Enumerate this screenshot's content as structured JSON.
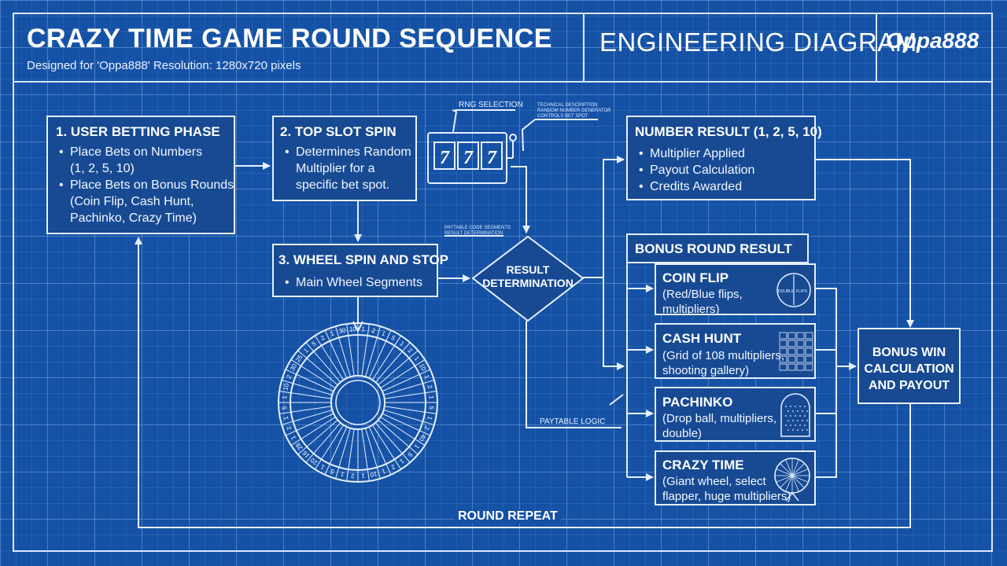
{
  "header": {
    "title": "CRAZY TIME GAME ROUND SEQUENCE",
    "subtitle": "Designed for 'Oppa888' Resolution: 1280x720 pixels",
    "diagram_type": "ENGINEERING DIAGRAM",
    "logo": "Oppa888"
  },
  "steps": {
    "betting": {
      "title": "1. USER BETTING PHASE",
      "bullets": [
        "Place Bets on Numbers",
        "(1, 2, 5, 10)",
        "Place Bets on Bonus Rounds",
        "(Coin Flip, Cash Hunt,",
        "Pachinko, Crazy Time)"
      ]
    },
    "top_slot": {
      "title": "2. TOP SLOT SPIN",
      "bullets": [
        "Determines Random",
        "Multiplier for a",
        "specific bet spot."
      ]
    },
    "wheel": {
      "title": "3. WHEEL SPIN AND STOP",
      "bullets": [
        "Main Wheel Segments"
      ]
    },
    "number_result": {
      "title": "NUMBER RESULT (1, 2, 5, 10)",
      "bullets": [
        "Multiplier Applied",
        "Payout Calculation",
        "Credits Awarded"
      ]
    },
    "bonus_result": {
      "title": "BONUS ROUND RESULT"
    },
    "bonus_games": [
      {
        "title": "COIN FLIP",
        "lines": [
          "(Red/Blue flips,",
          "multipliers)"
        ]
      },
      {
        "title": "CASH HUNT",
        "lines": [
          "(Grid of 108 multipliers,",
          "shooting gallery)"
        ]
      },
      {
        "title": "PACHINKO",
        "lines": [
          "(Drop ball, multipliers,",
          "double)"
        ]
      },
      {
        "title": "CRAZY TIME",
        "lines": [
          "(Giant wheel, select",
          "flapper, huge multipliers)"
        ]
      }
    ],
    "result_determination": [
      "RESULT",
      "DETERMINATION"
    ],
    "bonus_win": [
      "BONUS WIN",
      "CALCULATION",
      "AND PAYOUT"
    ]
  },
  "annotations": {
    "rng": "RNG SELECTION",
    "rng_fine": [
      "TECHNICAL DESCRIPTION",
      "RANDOM NUMBER GENERATOR",
      "CONTROLS BET SPOT"
    ],
    "paytable_fine": [
      "PAYTABLE CODE SEGMENTS",
      "RESULT DETERMINATION"
    ],
    "paytable_logic": "PAYTABLE LOGIC",
    "round_repeat": "ROUND REPEAT",
    "slot_reels": [
      "7",
      "7",
      "7"
    ],
    "coin_faces": [
      "DOUBLE",
      "FLIPS"
    ],
    "wheel_numbers": [
      "1",
      "2",
      "1",
      "5",
      "1",
      "2",
      "1",
      "10",
      "1",
      "2",
      "1",
      "5",
      "1",
      "2",
      "40",
      "1",
      "5",
      "1",
      "2",
      "1",
      "10",
      "1",
      "2",
      "1",
      "5",
      "1",
      "20",
      "16",
      "28",
      "1",
      "2",
      "1",
      "5",
      "1",
      "10",
      "2",
      "30",
      "25",
      "1",
      "5",
      "2",
      "1",
      "30",
      "10"
    ]
  },
  "colors": {
    "background": "#1552a6",
    "line": "#e6f0ff",
    "box_fill": "#174a93"
  }
}
